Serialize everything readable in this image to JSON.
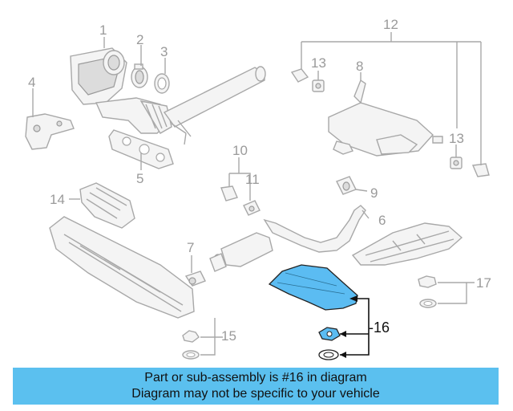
{
  "diagram": {
    "labels": {
      "p1": "1",
      "p2": "2",
      "p3": "3",
      "p4": "4",
      "p5": "5",
      "p6": "6",
      "p7": "7",
      "p8": "8",
      "p9": "9",
      "p10": "10",
      "p11": "11",
      "p12": "12",
      "p13a": "13",
      "p13b": "13",
      "p14": "14",
      "p15": "15",
      "p16": "-16",
      "p17": "17"
    },
    "highlight_color": "#5bbcf2"
  },
  "banner": {
    "line1": "Part or sub-assembly is #16 in diagram",
    "line2": "Diagram may not be specific to your vehicle",
    "color": "#5bc0ef"
  }
}
